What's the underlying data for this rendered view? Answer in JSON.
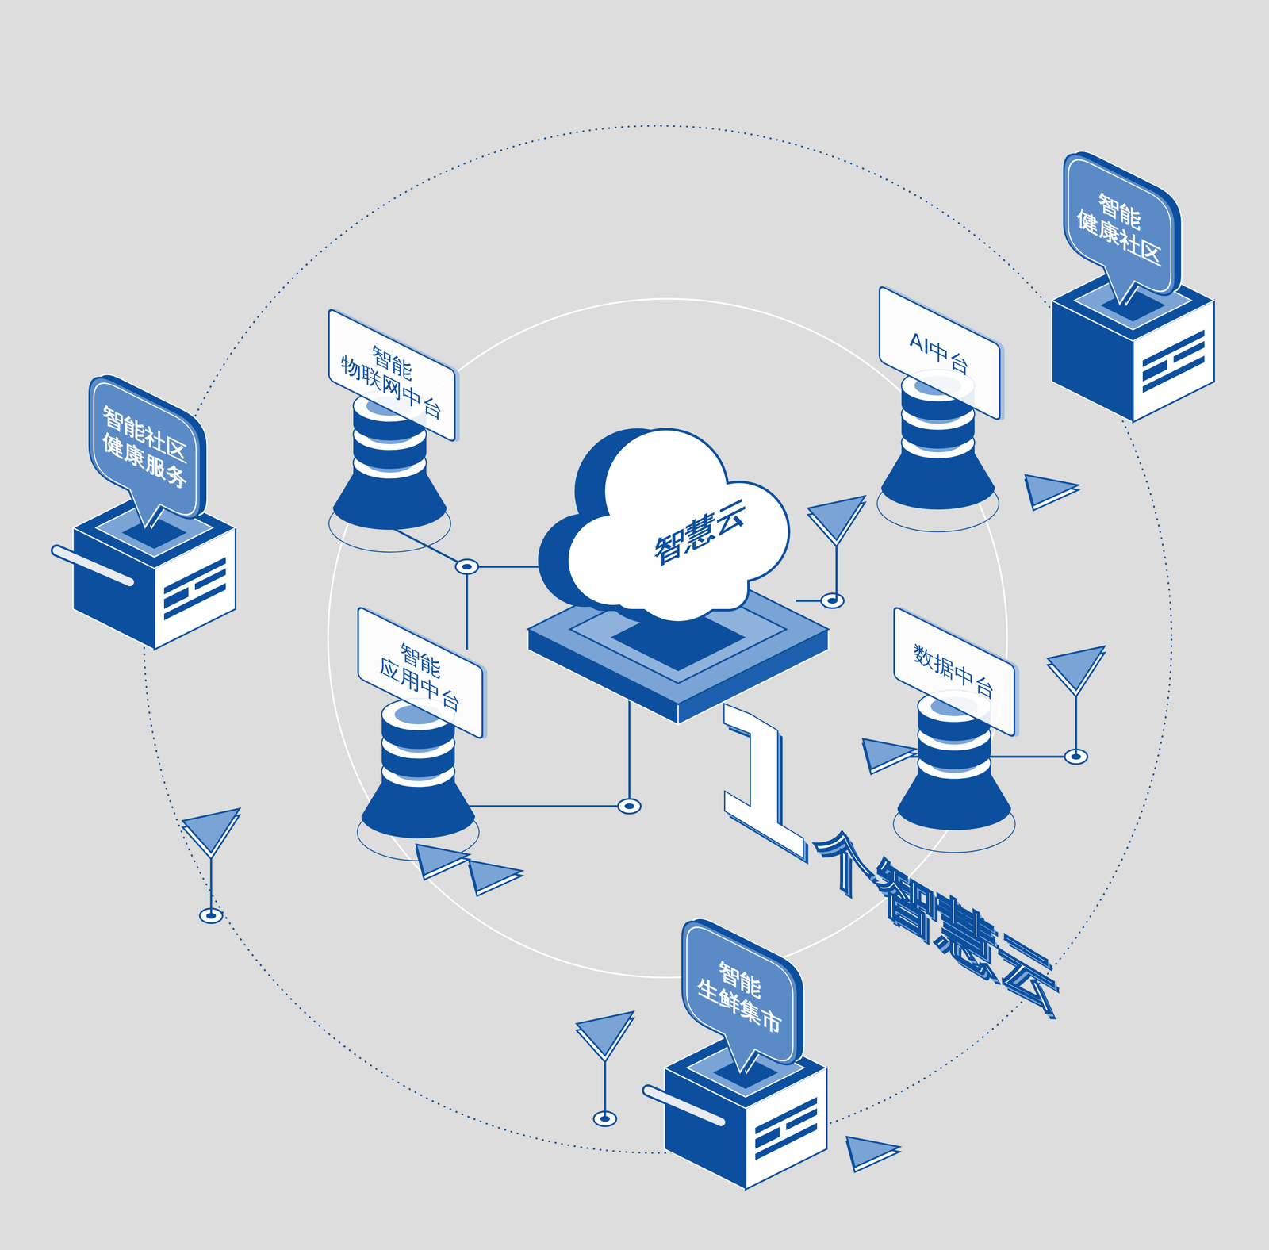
{
  "diagram": {
    "nodes": [
      {
        "text": [
          "智能 健康社区"
        ]
      },
      {
        "text": [
          "智能 物联网中台"
        ]
      },
      {
        "text": [
          "AI中台"
        ]
      },
      {
        "text": [
          "智能社区 健康服务"
        ]
      },
      {
        "text": [
          "智慧云"
        ]
      },
      {
        "text": [
          "智能 应用中台"
        ]
      },
      {
        "text": [
          "数据中台"
        ]
      },
      {
        "text": [
          "智能 生鲜集市"
        ]
      }
    ],
    "edges": [
      {
        "from": 1,
        "to": 4,
        "arrow": "none"
      },
      {
        "from": 5,
        "to": 4,
        "arrow": "none"
      }
    ],
    "labels": [
      "1个智慧云"
    ]
  }
}
